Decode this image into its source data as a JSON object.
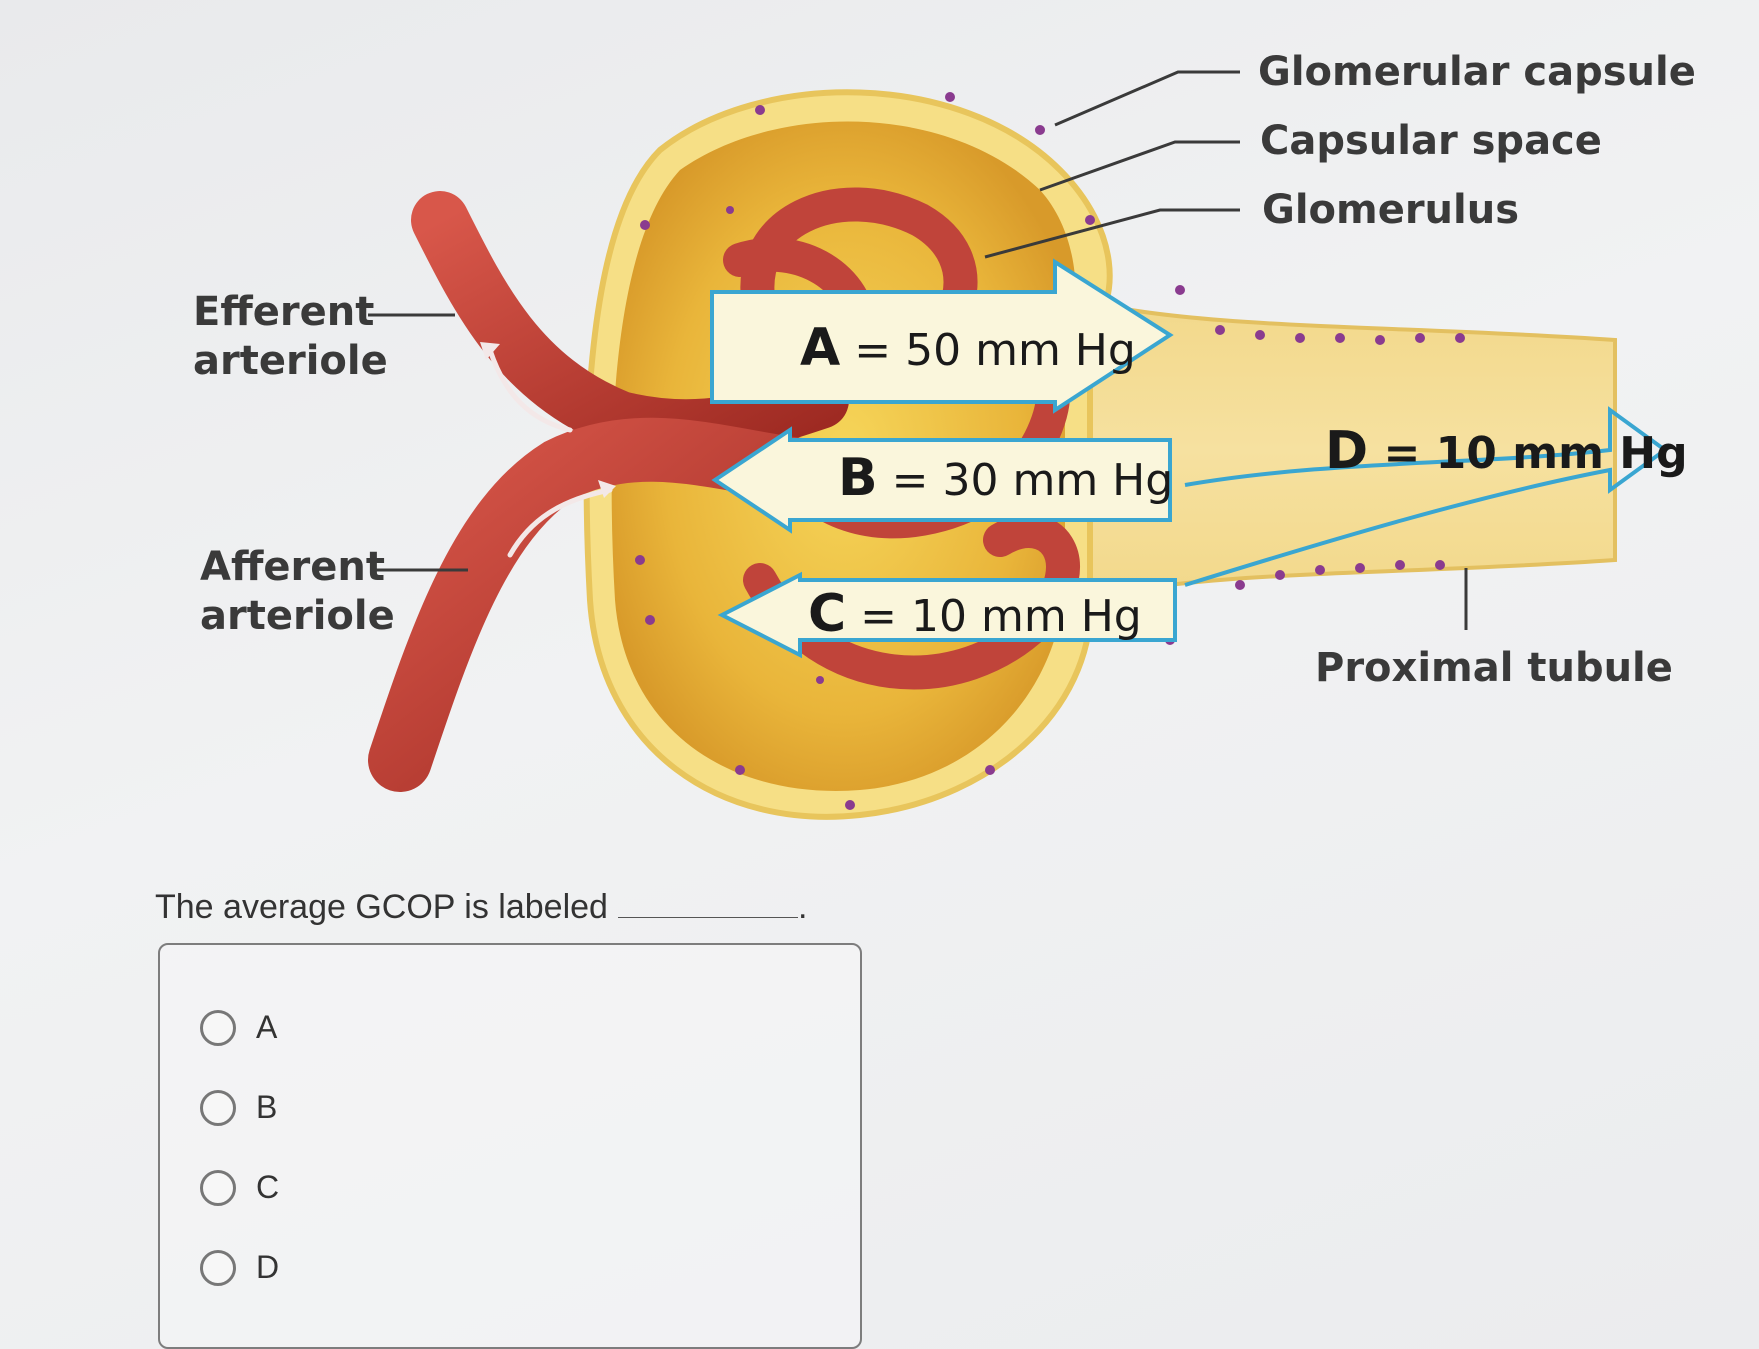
{
  "diagram": {
    "labels": {
      "efferent_arteriole": "Efferent\narteriole",
      "afferent_arteriole": "Afferent\narteriole",
      "glomerular_capsule": "Glomerular capsule",
      "capsular_space": "Capsular space",
      "glomerulus": "Glomerulus",
      "proximal_tubule": "Proximal tubule"
    },
    "pressures": [
      {
        "letter": "A",
        "value": "= 50 mm Hg"
      },
      {
        "letter": "B",
        "value": "= 30 mm Hg"
      },
      {
        "letter": "C",
        "value": "= 10 mm Hg"
      },
      {
        "letter": "D",
        "value": "= 10 mm Hg"
      }
    ]
  },
  "question": {
    "text": "The average GCOP is labeled",
    "suffix": ".",
    "options": [
      "A",
      "B",
      "C",
      "D"
    ]
  },
  "colors": {
    "vessel": "#b8372b",
    "capsule": "#f1cf4a",
    "arrow_fill": "#faf6dc",
    "arrow_stroke": "#3aa6d1",
    "cell_dot": "#8a3b8f"
  }
}
